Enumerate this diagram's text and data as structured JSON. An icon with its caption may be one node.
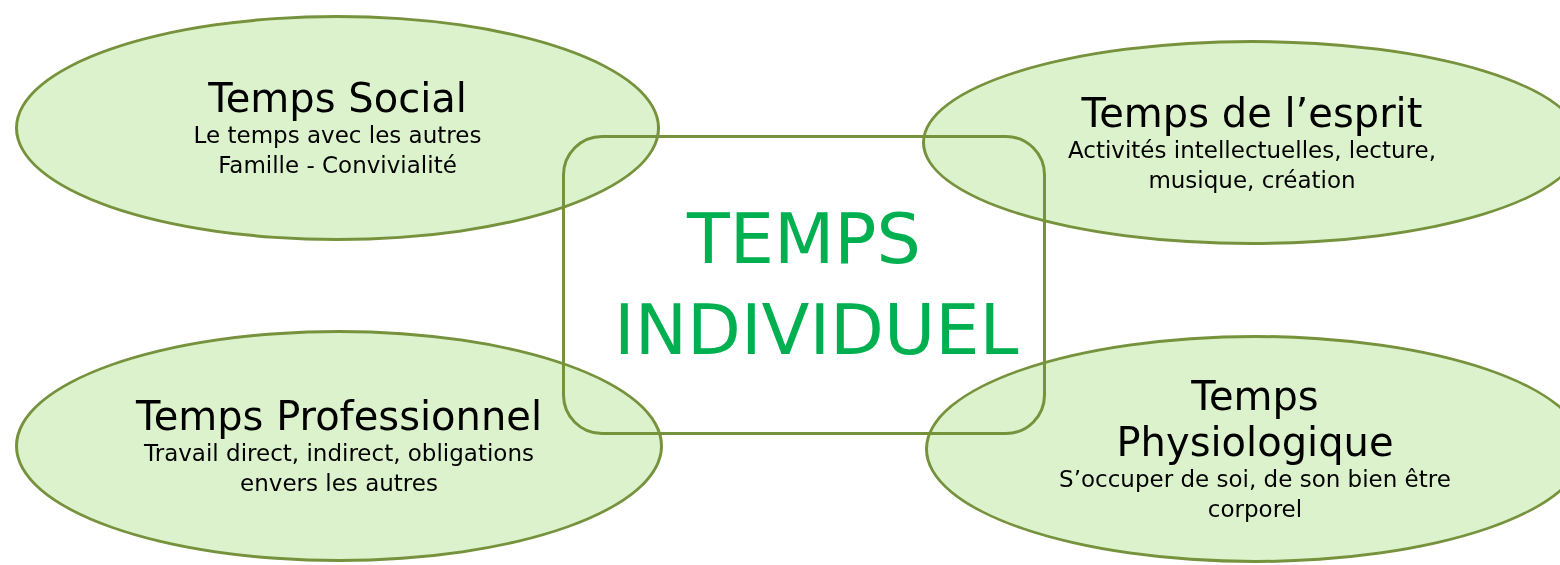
{
  "diagram": {
    "nodes": [
      {
        "text": [
          "Temps Social",
          "Le temps avec les autres",
          "Famille - Convivialité"
        ]
      },
      {
        "text": [
          "Temps de l’esprit",
          "Activités intellectuelles, lecture, musique, création"
        ]
      },
      {
        "text": [
          "TEMPS INDIVIDUEL"
        ]
      },
      {
        "text": [
          "Temps Professionnel",
          "Travail direct, indirect, obligations envers les autres"
        ]
      },
      {
        "text": [
          "Temps Physiologique",
          "S’occuper de soi, de son bien être corporel"
        ]
      }
    ],
    "edges": []
  }
}
